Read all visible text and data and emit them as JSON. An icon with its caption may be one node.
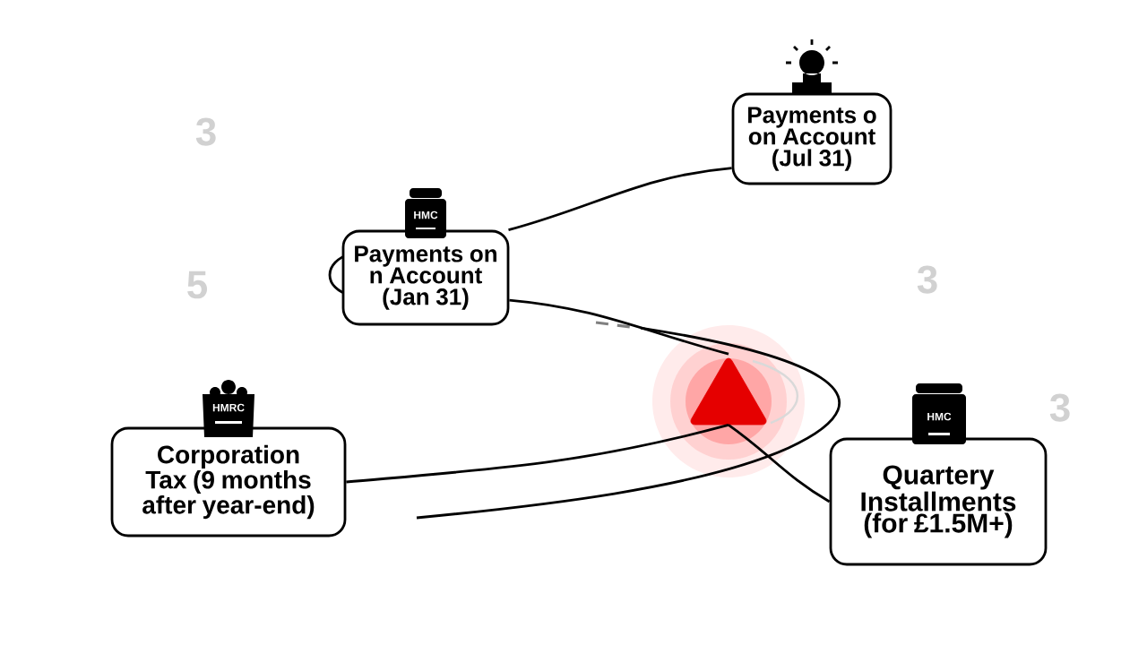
{
  "diagram": {
    "nodes": [
      {
        "text": [
          "Payments o on Account (Jul 31)"
        ]
      },
      {
        "text": [
          "Payments on n Account (Jan 31)"
        ]
      },
      {
        "text": [],
        "shape": "triangle"
      },
      {
        "text": [
          "Corporation Tax (9 months after year-end)"
        ]
      },
      {
        "text": [
          "Quartery Installments (for £1.5M+)"
        ]
      }
    ],
    "edges": [
      {
        "from": 1,
        "to": 0,
        "arrow": "none"
      },
      {
        "from": 1,
        "to": 2,
        "arrow": "none"
      },
      {
        "from": 2,
        "to": 4,
        "arrow": "none"
      },
      {
        "from": 3,
        "to": 2,
        "arrow": "none"
      }
    ],
    "labels": [
      "3",
      "HMC",
      "5",
      "3",
      "HMRC",
      "3",
      "HMC"
    ]
  }
}
